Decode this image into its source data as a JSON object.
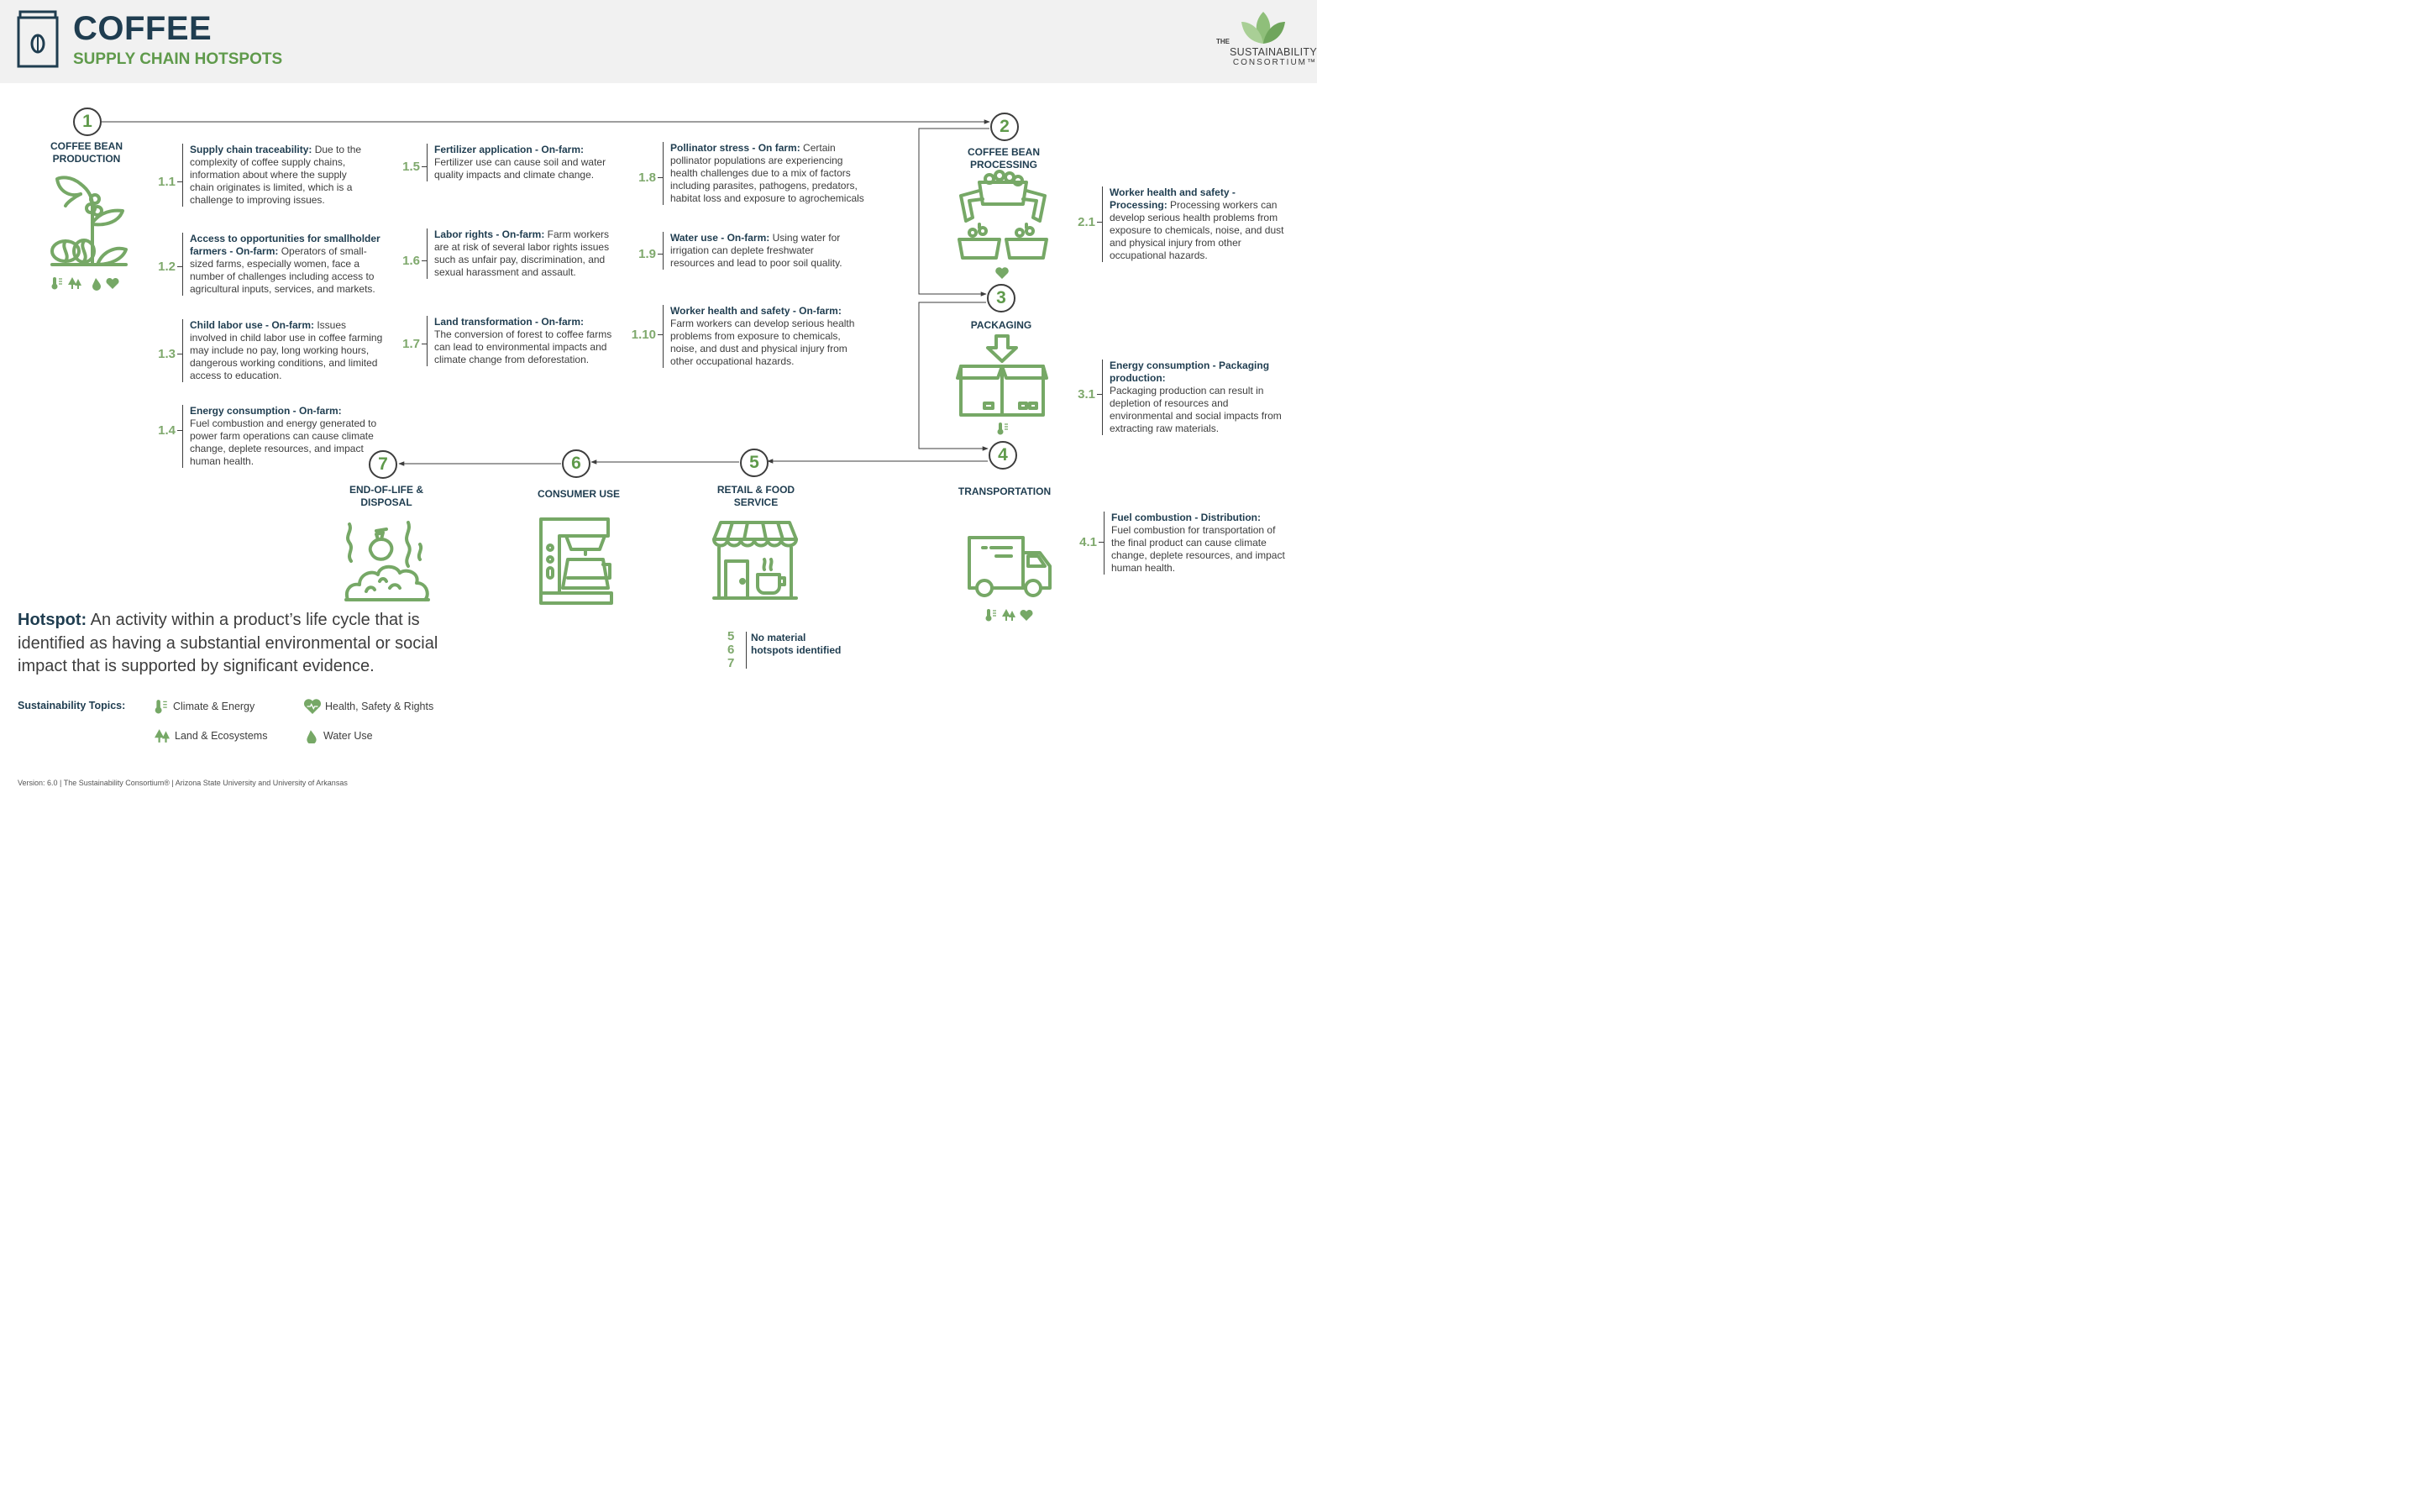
{
  "header": {
    "title": "COFFEE",
    "subtitle": "SUPPLY CHAIN HOTSPOTS",
    "logo": {
      "the": "THE",
      "line1": "SUSTAINABILITY",
      "line2": "CONSORTIUM™"
    }
  },
  "colors": {
    "navy": "#1f3d50",
    "green": "#5f9a4b",
    "icon_green": "#76a866",
    "header_bg": "#f1f1f1"
  },
  "stages": [
    {
      "num": "1",
      "label": "COFFEE BEAN PRODUCTION",
      "icon": "coffee-plant-icon"
    },
    {
      "num": "2",
      "label": "COFFEE BEAN PROCESSING",
      "icon": "processing-icon"
    },
    {
      "num": "3",
      "label": "PACKAGING",
      "icon": "box-icon"
    },
    {
      "num": "4",
      "label": "TRANSPORTATION",
      "icon": "truck-icon"
    },
    {
      "num": "5",
      "label": "RETAIL & FOOD SERVICE",
      "icon": "store-icon"
    },
    {
      "num": "6",
      "label": "CONSUMER USE",
      "icon": "coffee-maker-icon"
    },
    {
      "num": "7",
      "label": "END-OF-LIFE & DISPOSAL",
      "icon": "waste-pile-icon"
    }
  ],
  "hotspots": [
    {
      "id": "1.1",
      "title": "Supply chain traceability:",
      "text": " Due to the complexity of coffee supply chains, information about where the supply chain originates is limited, which is a challenge to improving issues."
    },
    {
      "id": "1.2",
      "title": "Access to opportunities for smallholder farmers - On-farm:",
      "text": " Operators of small-sized farms, especially women, face a number of challenges including access to agricultural inputs, services, and markets."
    },
    {
      "id": "1.3",
      "title": "Child labor use - On-farm:",
      "text": " Issues involved in child labor use in coffee farming may include no pay, long working hours, dangerous working conditions, and limited access to education."
    },
    {
      "id": "1.4",
      "title": "Energy consumption - On-farm:",
      "text": " Fuel combustion and energy generated to power farm operations can cause climate change, deplete resources, and impact human health."
    },
    {
      "id": "1.5",
      "title": "Fertilizer application - On-farm:",
      "text": " Fertilizer use can cause soil and water quality impacts and climate change."
    },
    {
      "id": "1.6",
      "title": "Labor rights - On-farm:",
      "text": " Farm workers are at risk of several labor rights issues such as unfair pay, discrimination, and sexual harassment and assault."
    },
    {
      "id": "1.7",
      "title": "Land transformation - On-farm:",
      "text": " The conversion of forest to coffee farms can lead to environmental impacts and climate change from deforestation."
    },
    {
      "id": "1.8",
      "title": "Pollinator stress - On farm:",
      "text": " Certain pollinator populations are experiencing health challenges due to a mix of factors including parasites, pathogens, predators, habitat loss and exposure to agrochemicals"
    },
    {
      "id": "1.9",
      "title": "Water use - On-farm:",
      "text": " Using water for irrigation can deplete freshwater resources and lead to poor soil quality."
    },
    {
      "id": "1.10",
      "title": "Worker health and safety - On-farm:",
      "text": " Farm workers can develop serious health problems from exposure to chemicals, noise, and dust and physical injury from other occupational hazards."
    },
    {
      "id": "2.1",
      "title": "Worker health and safety - Processing:",
      "text": " Processing workers can develop serious health problems from exposure to chemicals, noise, and dust and physical injury from other occupational hazards."
    },
    {
      "id": "3.1",
      "title": "Energy consumption - Packaging production:",
      "text": " Packaging production can result in depletion of resources and environmental and social impacts from extracting raw materials."
    },
    {
      "id": "4.1",
      "title": "Fuel combustion - Distribution:",
      "text": " Fuel combustion for transportation of the final product can cause climate change, deplete resources, and impact human health."
    }
  ],
  "no_material": {
    "nums": [
      "5",
      "6",
      "7"
    ],
    "text": "No material hotspots identified"
  },
  "definition": {
    "term": "Hotspot:",
    "text": " An activity within a product’s life cycle that is identified as having a substantial environmental or social impact that is supported by significant evidence."
  },
  "topics": {
    "label": "Sustainability Topics:",
    "items": [
      {
        "name": "Climate & Energy",
        "icon": "thermometer-icon"
      },
      {
        "name": "Health, Safety & Rights",
        "icon": "heart-pulse-icon"
      },
      {
        "name": "Land & Ecosystems",
        "icon": "trees-icon"
      },
      {
        "name": "Water Use",
        "icon": "water-drop-icon"
      }
    ]
  },
  "footer": "Version: 6.0 | The Sustainability Consortium® | Arizona State University and University of Arkansas"
}
